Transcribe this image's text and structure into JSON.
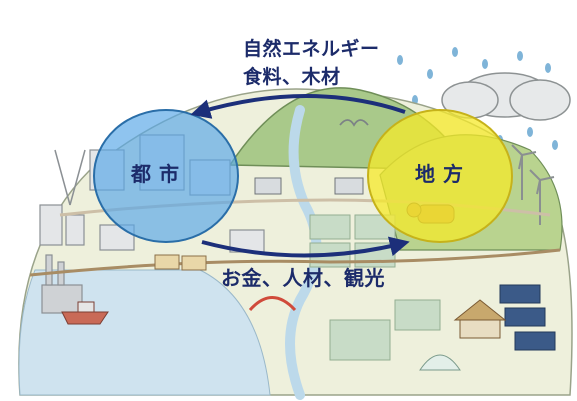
{
  "city": {
    "label": "都市",
    "fill": "#5aa8e8"
  },
  "rural": {
    "label": "地方",
    "fill": "#f5e92a"
  },
  "flow_rural_to_city": {
    "line1": "自然エネルギー",
    "line2": "食料、木材"
  },
  "flow_city_to_rural": {
    "text": "お金、人材、観光"
  },
  "colors": {
    "arrow": "#1c2f7a",
    "text": "#1c2b6a",
    "sea": "#cfe3ef",
    "land": "#e8ecd2",
    "hill": "#a9c98a"
  }
}
